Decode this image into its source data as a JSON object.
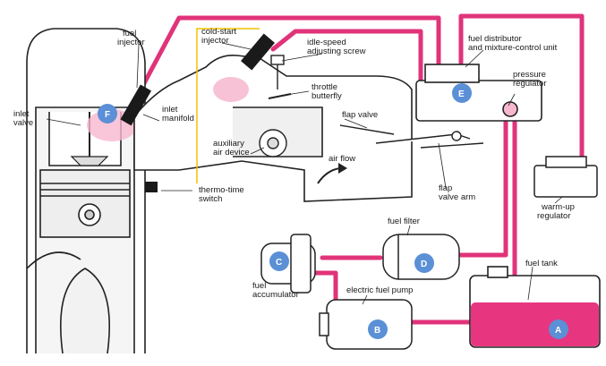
{
  "labels": {
    "fuel_injector_1": "fuel",
    "fuel_injector_2": "injector",
    "cold_start_1": "cold-start",
    "cold_start_2": "injector",
    "idle_speed_1": "idle-speed",
    "idle_speed_2": "adjusting screw",
    "throttle_1": "throttle",
    "throttle_2": "butterfly",
    "inlet_valve_1": "inlet",
    "inlet_valve_2": "valve",
    "inlet_manifold_1": "inlet",
    "inlet_manifold_2": "manifold",
    "auxiliary_1": "auxiliary",
    "auxiliary_2": "air device",
    "flap_valve": "flap valve",
    "air_flow": "air flow",
    "flap_arm_1": "flap",
    "flap_arm_2": "valve arm",
    "thermo_1": "thermo-time",
    "thermo_2": "switch",
    "distributor_1": "fuel distributor",
    "distributor_2": "and mixture-control unit",
    "pressure_1": "pressure",
    "pressure_2": "regulator",
    "warmup_1": "warm-up",
    "warmup_2": "regulator",
    "fuel_filter": "fuel filter",
    "fuel_tank": "fuel tank",
    "accumulator_1": "fuel",
    "accumulator_2": "accumulator",
    "pump": "electric fuel pump"
  },
  "badges": {
    "a": "A",
    "b": "B",
    "c": "C",
    "d": "D",
    "e": "E",
    "f": "F"
  },
  "colors": {
    "fuel_line": "#e0337a",
    "fuel_fill": "#e8357f",
    "badge": "#5b8fd6",
    "wire": "#f2c200",
    "outline": "#222222",
    "spray": "#f7b7cf"
  }
}
